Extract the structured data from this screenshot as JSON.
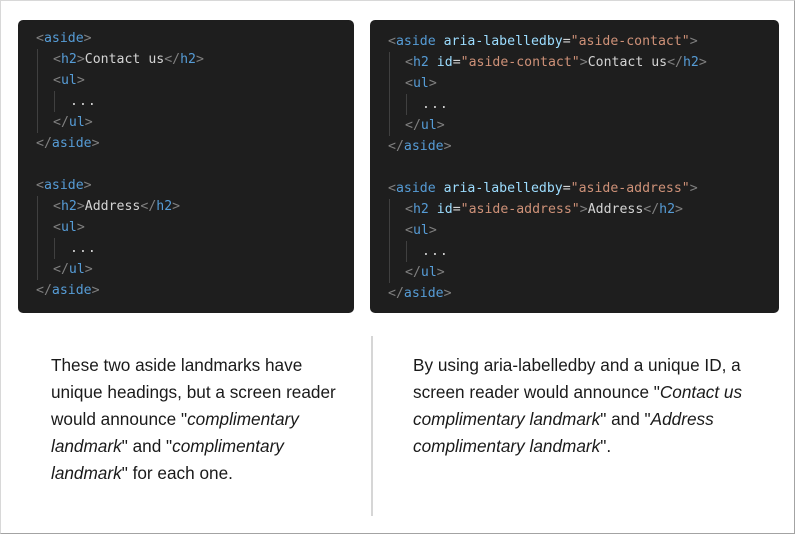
{
  "colors": {
    "panel_bg": "#1e1e1e",
    "tag": "#569cd6",
    "bracket": "#808080",
    "attribute": "#9cdcfe",
    "string": "#ce9178",
    "text": "#d4d4d4",
    "divider": "#d6d6d6",
    "body_text": "#1a1a1a"
  },
  "left_example": {
    "blocks": [
      {
        "open_tag": "aside",
        "heading_tag": "h2",
        "heading_text": "Contact us",
        "list_tag": "ul",
        "list_content": "...",
        "close_tag": "/aside"
      },
      {
        "open_tag": "aside",
        "heading_tag": "h2",
        "heading_text": "Address",
        "list_tag": "ul",
        "list_content": "...",
        "close_tag": "/aside"
      }
    ],
    "description": {
      "part1": "These two aside landmarks have unique headings, but a screen reader would announce \"",
      "em1": "complimentary landmark",
      "part2": "\" and \"",
      "em2": "complimentary landmark",
      "part3": "\" for each one."
    }
  },
  "right_example": {
    "blocks": [
      {
        "open_tag": "aside",
        "attr_name": "aria-labelledby",
        "attr_value": "\"aside-contact\"",
        "heading_tag": "h2",
        "heading_attr_name": "id",
        "heading_attr_value": "\"aside-contact\"",
        "heading_text": "Contact us",
        "list_tag": "ul",
        "list_content": "...",
        "close_tag": "/aside"
      },
      {
        "open_tag": "aside",
        "attr_name": "aria-labelledby",
        "attr_value": "\"aside-address\"",
        "heading_tag": "h2",
        "heading_attr_name": "id",
        "heading_attr_value": "\"aside-address\"",
        "heading_text": "Address",
        "list_tag": "ul",
        "list_content": "...",
        "close_tag": "/aside"
      }
    ],
    "description": {
      "part1": "By using aria-labelledby and a unique ID, a screen reader would announce \"",
      "em1": "Contact us complimentary landmark",
      "part2": "\" and \"",
      "em2": "Address complimentary landmark",
      "part3": "\"."
    }
  },
  "syntax": {
    "lt": "<",
    "gt": ">",
    "lt_slash": "</",
    "space": " ",
    "eq": "="
  }
}
